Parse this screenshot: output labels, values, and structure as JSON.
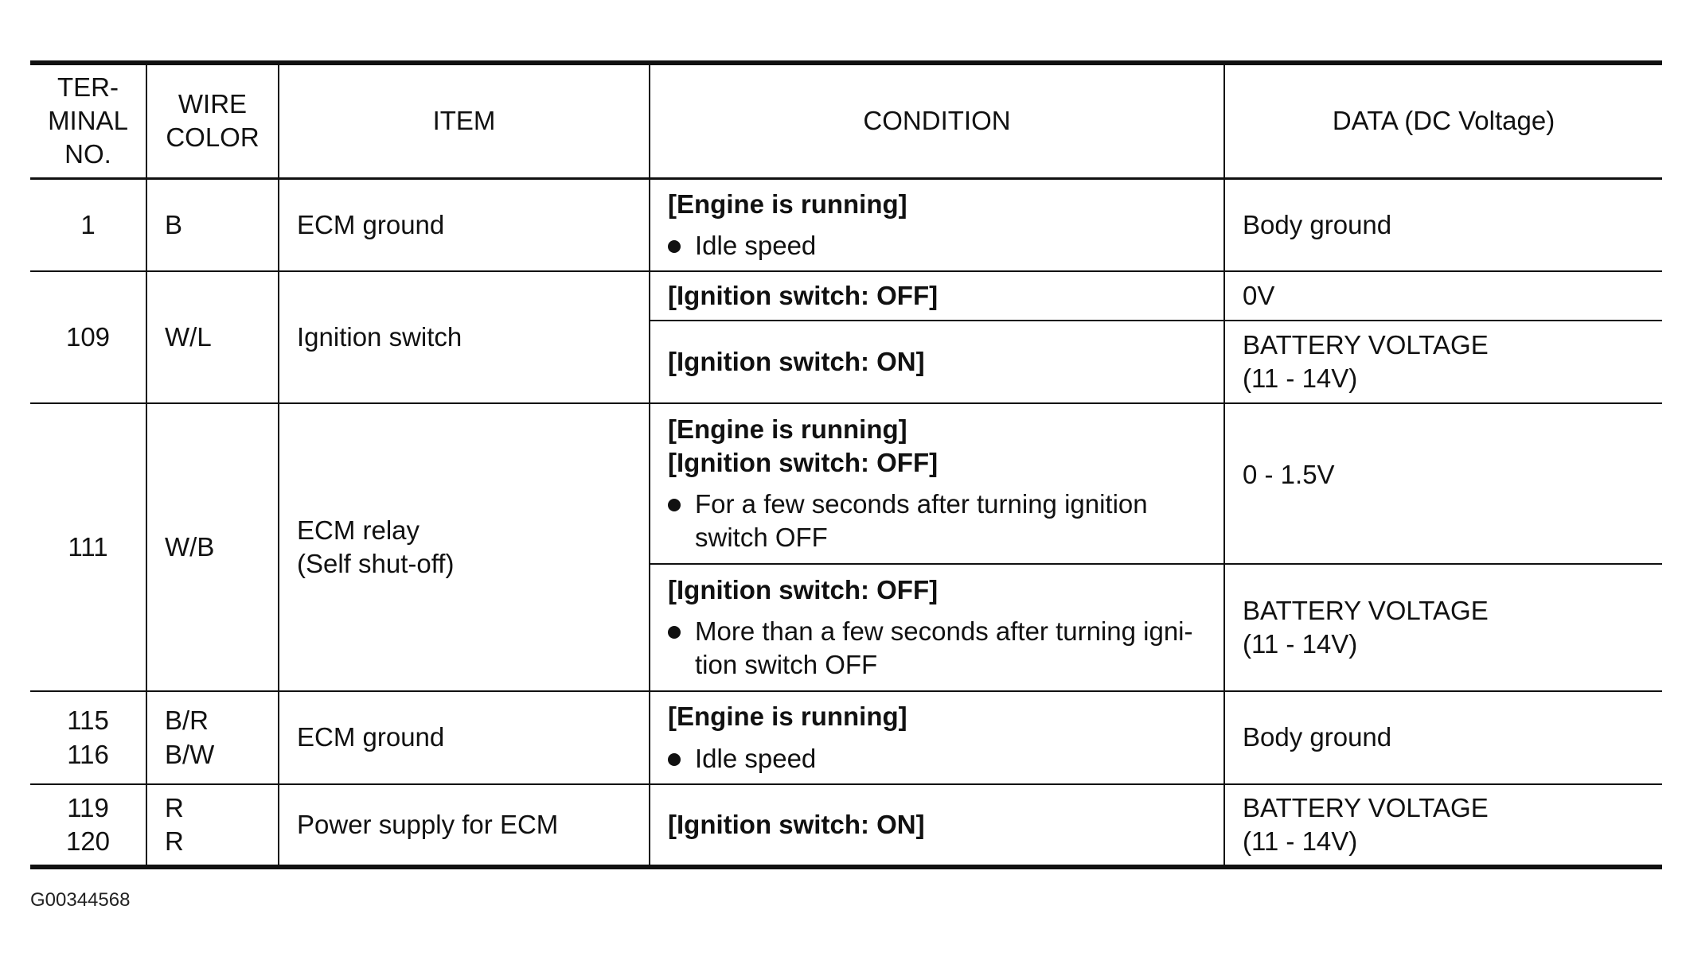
{
  "headers": {
    "terminal": [
      "TER-",
      "MINAL",
      "NO."
    ],
    "wire": [
      "WIRE",
      "COLOR"
    ],
    "item": "ITEM",
    "condition": "CONDITION",
    "data": "DATA (DC Voltage)"
  },
  "rows": {
    "r1": {
      "terminal": "1",
      "wire": "B",
      "item": "ECM ground",
      "condition": "[Engine is running]",
      "bullet": "Idle speed",
      "data": "Body ground"
    },
    "r109": {
      "terminal": "109",
      "wire": "W/L",
      "item": "Ignition switch",
      "sub1": {
        "condition": "[Ignition switch: OFF]",
        "data": "0V"
      },
      "sub2": {
        "condition": "[Ignition switch: ON]",
        "data": [
          "BATTERY VOLTAGE",
          "(11 - 14V)"
        ]
      }
    },
    "r111": {
      "terminal": "111",
      "wire": "W/B",
      "item": [
        "ECM relay",
        "(Self shut-off)"
      ],
      "sub1": {
        "condition": [
          "[Engine is running]",
          "[Ignition switch: OFF]"
        ],
        "bullet": [
          "For a few seconds after turning ignition",
          "switch OFF"
        ],
        "data": "0 - 1.5V"
      },
      "sub2": {
        "condition": "[Ignition switch: OFF]",
        "bullet": [
          "More than a few seconds after turning igni-",
          "tion switch OFF"
        ],
        "data": [
          "BATTERY VOLTAGE",
          "(11 - 14V)"
        ]
      }
    },
    "r115": {
      "terminal": [
        "115",
        "116"
      ],
      "wire": [
        "B/R",
        "B/W"
      ],
      "item": "ECM ground",
      "condition": "[Engine is running]",
      "bullet": "Idle speed",
      "data": "Body ground"
    },
    "r119": {
      "terminal": [
        "119",
        "120"
      ],
      "wire": [
        "R",
        "R"
      ],
      "item": "Power supply for ECM",
      "condition": "[Ignition switch: ON]",
      "data": [
        "BATTERY VOLTAGE",
        "(11 - 14V)"
      ]
    }
  },
  "footnote": "G00344568"
}
